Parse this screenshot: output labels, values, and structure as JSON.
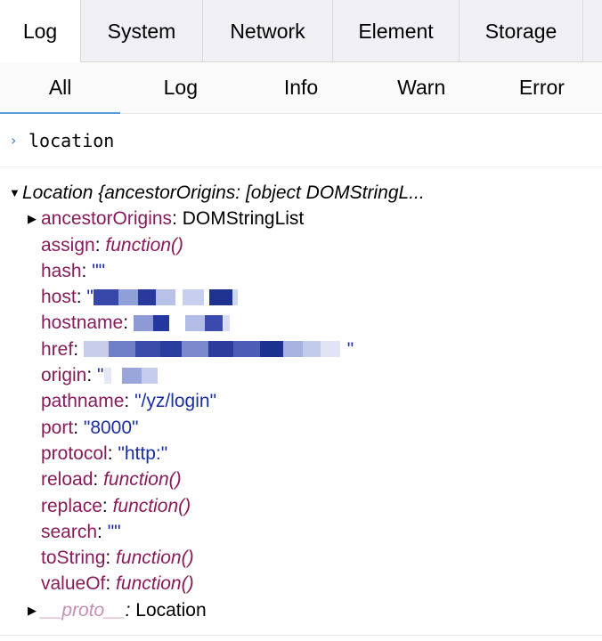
{
  "tabs": [
    "Log",
    "System",
    "Network",
    "Element",
    "Storage",
    ""
  ],
  "subtabs": [
    "All",
    "Log",
    "Info",
    "Warn",
    "Error"
  ],
  "command": {
    "prompt": "›",
    "text": "location"
  },
  "object": {
    "summary": "Location {ancestorOrigins: [object DOMStringL...",
    "properties": [
      {
        "key": "ancestorOrigins",
        "sep": ":",
        "value": " DOMStringList",
        "type": "obj",
        "expandable": true
      },
      {
        "key": "assign",
        "sep": ":",
        "value": " function()",
        "type": "fn"
      },
      {
        "key": "hash",
        "sep": ":",
        "value": " \"\"",
        "type": "str"
      },
      {
        "key": "host",
        "sep": ":",
        "value": " \"",
        "type": "str",
        "redacted": true
      },
      {
        "key": "hostname",
        "sep": ":",
        "value": " ",
        "type": "str",
        "redacted": true
      },
      {
        "key": "href",
        "sep": ":",
        "value": " ",
        "type": "str",
        "redacted": true,
        "suffix": " \""
      },
      {
        "key": "origin",
        "sep": ":",
        "value": " \"",
        "type": "str",
        "redacted": true
      },
      {
        "key": "pathname",
        "sep": ":",
        "value": " \"/yz/login\"",
        "type": "str"
      },
      {
        "key": "port",
        "sep": ":",
        "value": " \"8000\"",
        "type": "str"
      },
      {
        "key": "protocol",
        "sep": ":",
        "value": " \"http:\"",
        "type": "str"
      },
      {
        "key": "reload",
        "sep": ":",
        "value": " function()",
        "type": "fn"
      },
      {
        "key": "replace",
        "sep": ":",
        "value": " function()",
        "type": "fn"
      },
      {
        "key": "search",
        "sep": ":",
        "value": " \"\"",
        "type": "str"
      },
      {
        "key": "toString",
        "sep": ":",
        "value": " function()",
        "type": "fn"
      },
      {
        "key": "valueOf",
        "sep": ":",
        "value": " function()",
        "type": "fn"
      },
      {
        "key": "__proto__",
        "sep": ":",
        "value": " Location",
        "type": "obj",
        "expandable": true,
        "proto": true
      }
    ]
  },
  "colors": {
    "key": "#881b5a",
    "string": "#1a2ea3",
    "accent": "#5a9cd8",
    "proto": "#c68fb4"
  },
  "icons": {
    "expanded": "caret-down-icon",
    "collapsed": "caret-right-icon"
  }
}
